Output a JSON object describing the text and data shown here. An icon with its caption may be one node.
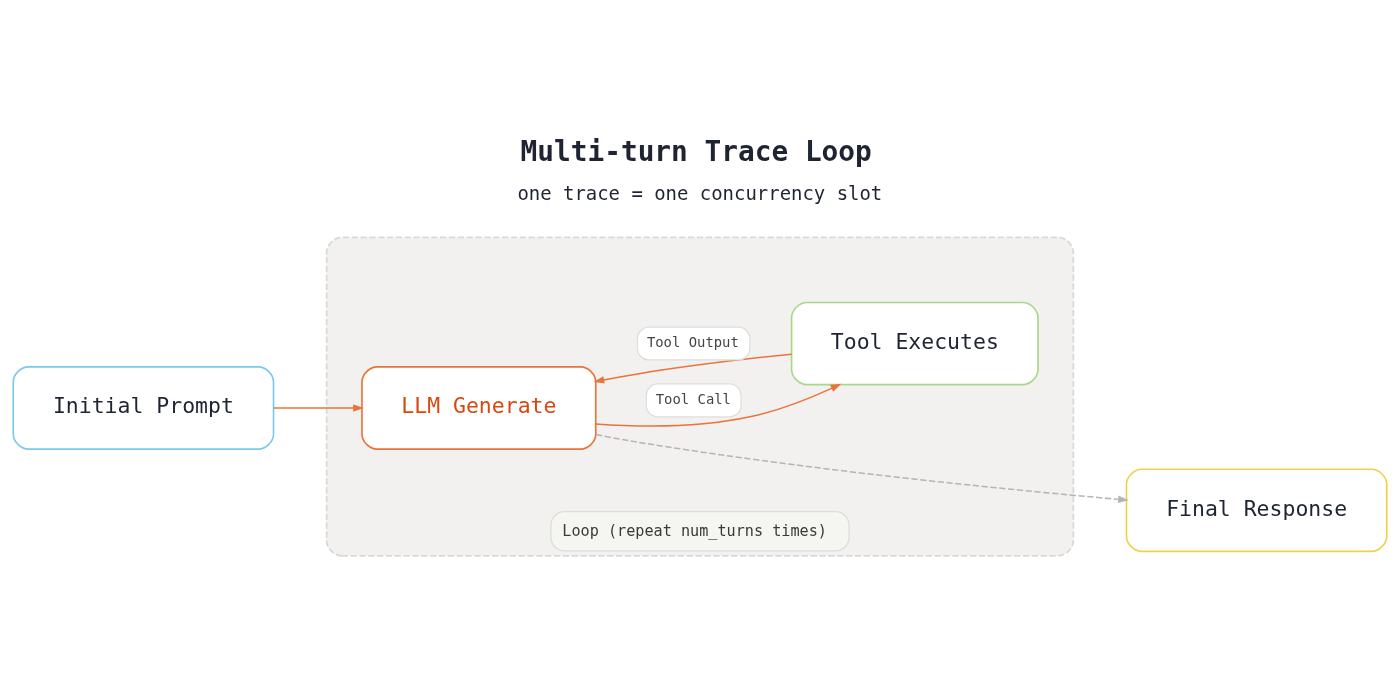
{
  "diagram": {
    "title": "Multi-turn Trace Loop",
    "caption": "one trace = one concurrency slot",
    "nodes": [
      {
        "text": [
          "Initial Prompt"
        ]
      },
      {
        "text": [
          "Loop (repeat num_turns times)"
        ]
      },
      {
        "text": [
          "LLM Generate"
        ],
        "in": 1
      },
      {
        "text": [
          "Tool Executes"
        ],
        "in": 1
      },
      {
        "text": [
          "Final Response"
        ]
      }
    ],
    "edges": [
      {
        "from": 0,
        "to": 2,
        "arrow": "to"
      },
      {
        "from": 2,
        "to": 3,
        "arrow": "to",
        "label": "Tool Call"
      },
      {
        "from": 3,
        "to": 2,
        "arrow": "to",
        "label": "Tool Output"
      },
      {
        "from": 2,
        "to": 4,
        "arrow": "to",
        "style": "dashed",
        "color": "#b5b5b5"
      }
    ]
  }
}
